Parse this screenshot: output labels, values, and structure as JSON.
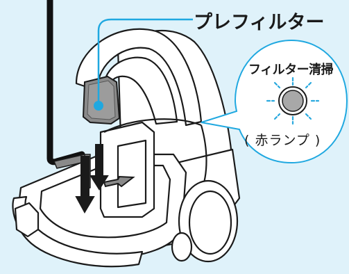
{
  "labels": {
    "prefilter": "プレフィルター",
    "lamp_title": "フィルター清掃",
    "lamp_subtitle": "( 赤ランプ )"
  },
  "colors": {
    "background": "#dff2fa",
    "callout": "#1fa8e0",
    "lamp": "#a8a8a8",
    "rays": "#2aa9de",
    "filter": "#888888",
    "outline": "#1a1a1a"
  }
}
